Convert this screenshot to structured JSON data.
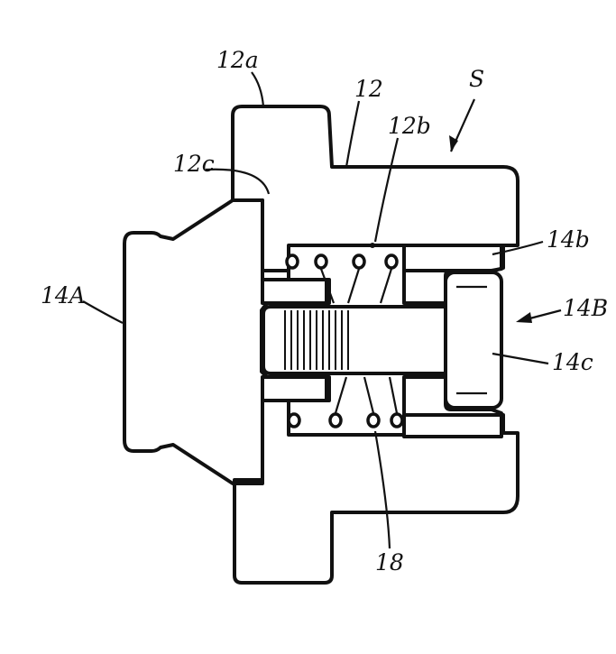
{
  "labels": {
    "ref_12a": "12a",
    "ref_12": "12",
    "ref_s": "S",
    "ref_12b": "12b",
    "ref_12c": "12c",
    "ref_14b": "14b",
    "ref_14a": "14A",
    "ref_14B": "14B",
    "ref_14c": "14c",
    "ref_18": "18"
  }
}
